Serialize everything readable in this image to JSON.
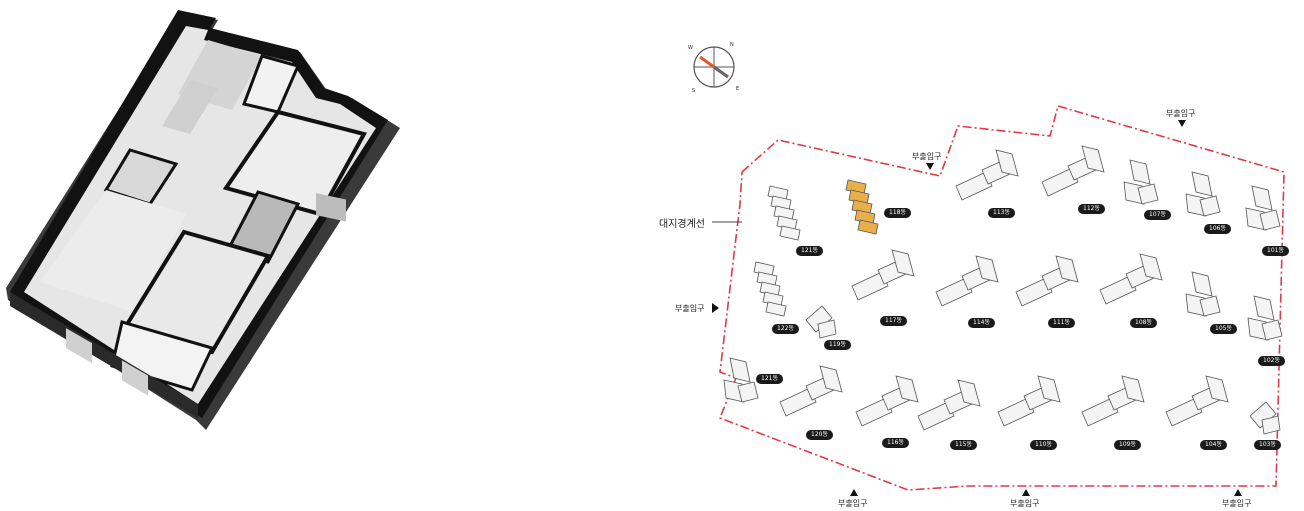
{
  "site_plan": {
    "boundary_label": "대지경계선",
    "entrance_label": "부출입구",
    "compass_letters": [
      "N",
      "E",
      "S",
      "W"
    ],
    "buildings": [
      {
        "name": "121동"
      },
      {
        "name": "118동"
      },
      {
        "name": "113동"
      },
      {
        "name": "112동"
      },
      {
        "name": "107동"
      },
      {
        "name": "106동"
      },
      {
        "name": "101동"
      },
      {
        "name": "122동"
      },
      {
        "name": "119동"
      },
      {
        "name": "117동"
      },
      {
        "name": "114동"
      },
      {
        "name": "111동"
      },
      {
        "name": "108동"
      },
      {
        "name": "105동"
      },
      {
        "name": "102동"
      },
      {
        "name": "121동"
      },
      {
        "name": "120동"
      },
      {
        "name": "116동"
      },
      {
        "name": "115동"
      },
      {
        "name": "110동"
      },
      {
        "name": "109동"
      },
      {
        "name": "104동"
      },
      {
        "name": "103동"
      }
    ],
    "highlighted_building": "118동"
  },
  "colors": {
    "boundary": "#e03a4a",
    "highlight": "#e8b04a",
    "wall": "#111111",
    "floor": "#e4e4e4"
  }
}
